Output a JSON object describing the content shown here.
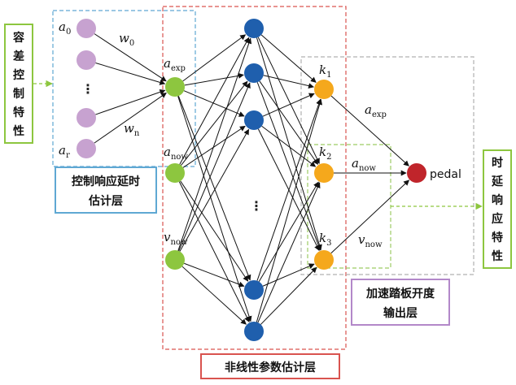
{
  "input_box": {
    "chars": [
      "容",
      "差",
      "控",
      "制",
      "特",
      "性"
    ]
  },
  "output_box": {
    "chars": [
      "时",
      "延",
      "响",
      "应",
      "特",
      "性"
    ]
  },
  "control_layer": {
    "line1": "控制响应延时",
    "line2": "估计层"
  },
  "nonlinear_layer": {
    "label": "非线性参数估计层"
  },
  "output_layer": {
    "line1": "加速踏板开度",
    "line2": "输出层"
  },
  "labels": {
    "a0": "a",
    "a0_sub": "0",
    "ar": "a",
    "ar_sub": "r",
    "w0": "w",
    "w0_sub": "0",
    "wn": "w",
    "wn_sub": "n",
    "aexp": "a",
    "aexp_sub": "exp",
    "anow": "a",
    "anow_sub": "now",
    "vnow": "v",
    "vnow_sub": "now",
    "k1": "k",
    "k1_sub": "1",
    "k2": "k",
    "k2_sub": "2",
    "k3": "k",
    "k3_sub": "3",
    "e_aexp": "a",
    "e_aexp_sub": "exp",
    "e_anow": "a",
    "e_anow_sub": "now",
    "e_vnow": "v",
    "e_vnow_sub": "now",
    "pedal": "pedal",
    "dots_left": "⋮",
    "dots_mid": "⋮"
  },
  "colors": {
    "purple": "#c7a2d0",
    "green": "#8dc63f",
    "blue": "#1f5fad",
    "orange": "#f5a81c",
    "red": "#c0252b"
  }
}
